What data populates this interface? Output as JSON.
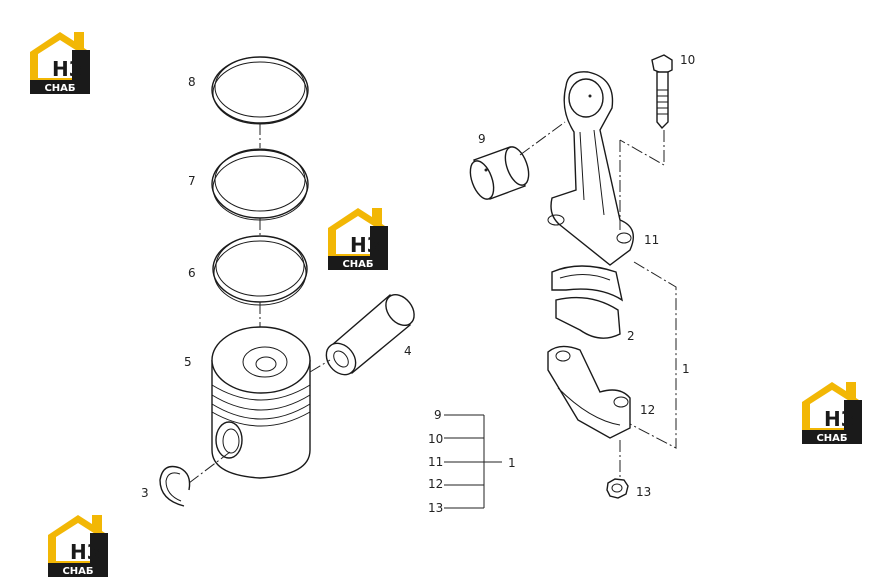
{
  "logo": {
    "mark": "НЗ",
    "caption": "СНАБ",
    "color": "#f2b705",
    "dark": "#1a1a1a"
  },
  "callouts": {
    "c1": "1",
    "c2": "2",
    "c3": "3",
    "c4": "4",
    "c5": "5",
    "c6": "6",
    "c7": "7",
    "c8": "8",
    "c9": "9",
    "c10": "10",
    "c11": "11",
    "c12": "12",
    "c13": "13"
  },
  "legend": {
    "items": [
      "9",
      "10",
      "11",
      "12",
      "13"
    ],
    "group": "1"
  }
}
